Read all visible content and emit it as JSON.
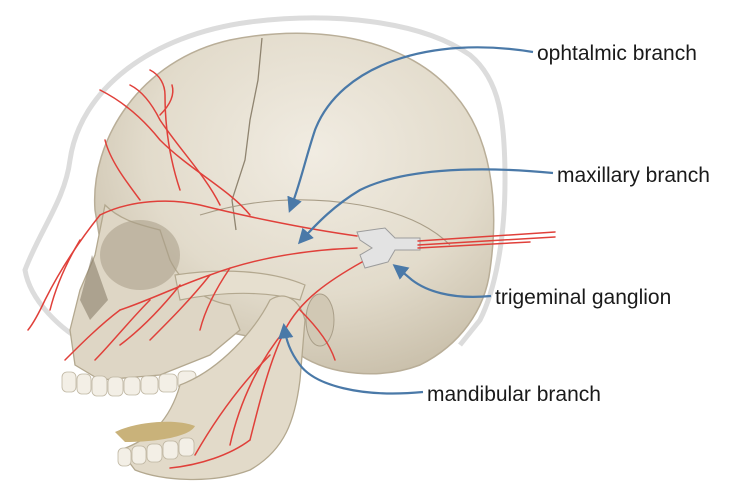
{
  "labels": {
    "ophtalmic": "ophtalmic branch",
    "maxillary": "maxillary branch",
    "ganglion": "trigeminal ganglion",
    "mandibular": "mandibular branch"
  },
  "colors": {
    "bone": "#e8e2d4",
    "bone_shadow": "#c9c0ad",
    "nerve": "#e0403a",
    "arrow": "#4a79a8",
    "outline": "#d9d9d9",
    "tongue": "#c9b27a"
  }
}
